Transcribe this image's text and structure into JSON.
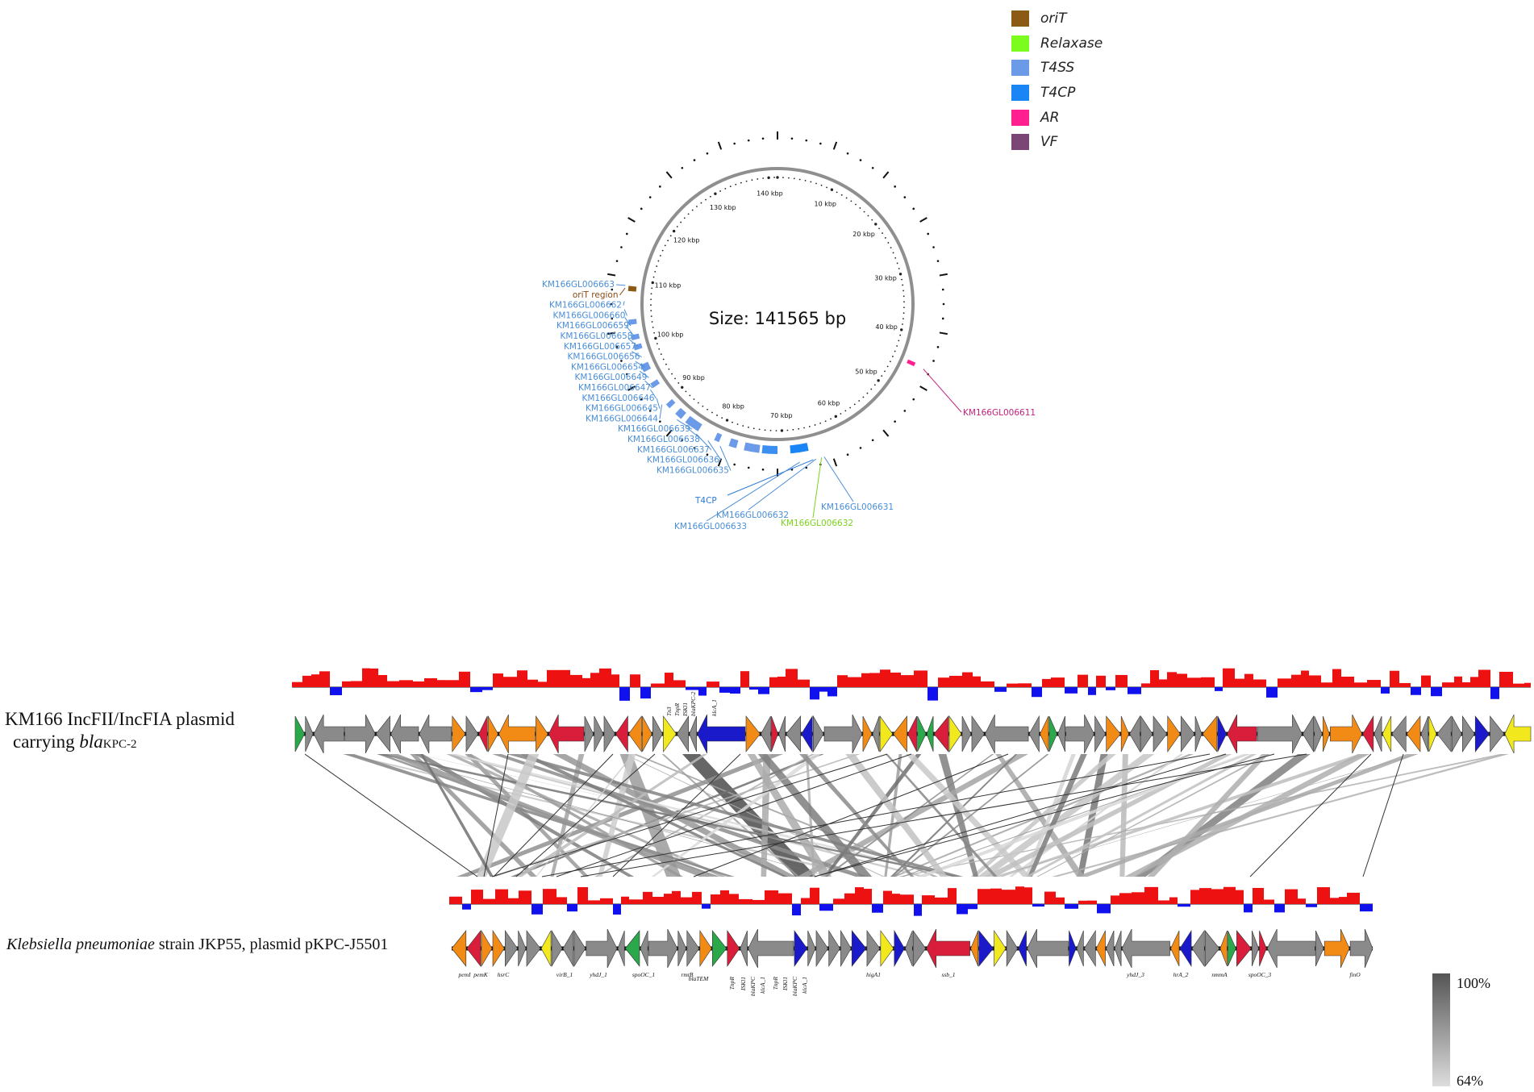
{
  "legend": [
    {
      "label": "oriT",
      "color": "#8b5a14"
    },
    {
      "label": "Relaxase",
      "color": "#7cfc1e"
    },
    {
      "label": "T4SS",
      "color": "#6b9be8"
    },
    {
      "label": "T4CP",
      "color": "#1a86f5"
    },
    {
      "label": "AR",
      "color": "#ff1f8f"
    },
    {
      "label": "VF",
      "color": "#7b4576"
    }
  ],
  "circular_map": {
    "size_label": "Size: 141565 bp",
    "total_bp": 141565,
    "ruler_labels": [
      "10 kbp",
      "20 kbp",
      "30 kbp",
      "40 kbp",
      "50 kbp",
      "60 kbp",
      "70 kbp",
      "80 kbp",
      "90 kbp",
      "100 kbp",
      "110 kbp",
      "120 kbp",
      "130 kbp",
      "140 kbp"
    ],
    "feature_labels_left": [
      "KM166GL006663",
      "oriT region",
      "KM166GL006662",
      "KM166GL006660",
      "KM166GL006659",
      "KM166GL006658",
      "KM166GL006657",
      "KM166GL006656",
      "KM166GL006654",
      "KM166GL006649",
      "KM166GL006647",
      "KM166GL006646",
      "KM166GL006645",
      "KM166GL006644",
      "KM166GL006639",
      "KM166GL006638",
      "KM166GL006637",
      "KM166GL006636",
      "KM166GL006635"
    ],
    "feature_labels_bottom": [
      "T4CP",
      "KM166GL006632",
      "KM166GL006633",
      "KM166GL006631",
      "KM166GL006632"
    ],
    "feature_label_right": "KM166GL006611"
  },
  "comparison": {
    "top_title_line1": "KM166 IncFII/IncFIA plasmid",
    "top_title_line2_prefix": "carrying ",
    "top_title_gene": "bla",
    "top_title_sub": "KPC-2",
    "top_gene_labels": [
      "Tn3",
      "TnpR",
      "ISKl1",
      "blaKPC-2",
      "klcA_1"
    ],
    "bottom_title_italic": "Klebsiella pneumoniae",
    "bottom_title_rest": " strain JKP55, plasmid pKPC-J5501",
    "bottom_gene_labels": [
      "pemI",
      "pemK",
      "hsrC",
      "virB_1",
      "yhdJ_1",
      "spoOC_1",
      "rmtB",
      "blaTEM",
      "TnpR",
      "ISKl1",
      "blaKPC",
      "klcA_1",
      "TnpR",
      "ISKl1",
      "blaKPC",
      "klcA_1",
      "higA1",
      "ssb_1",
      "yhdJ_3",
      "hrA_2",
      "nmmA",
      "spoOC_3",
      "finO"
    ],
    "identity_scale": {
      "max": "100%",
      "min": "64%"
    }
  }
}
